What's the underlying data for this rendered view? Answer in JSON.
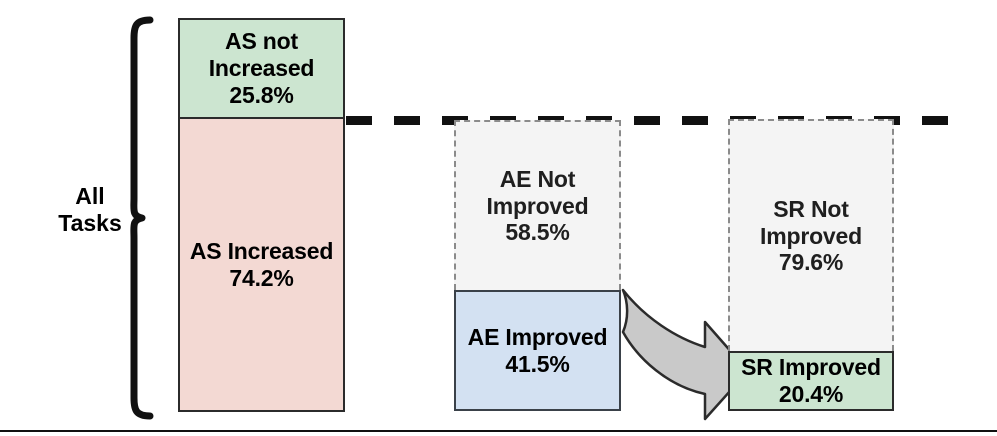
{
  "figure": {
    "type": "stacked-proportion-flow-diagram",
    "group_label_line1": "All",
    "group_label_line2": "Tasks",
    "baseline_reference_label": "dashed-reference-line"
  },
  "columns": [
    {
      "id": "all-tasks",
      "segments": [
        {
          "id": "as-not-increased",
          "label_line1": "AS not",
          "label_line2": "Increased",
          "percent": "25.8%",
          "value": 25.8,
          "color": "#cce5d0",
          "style": "solid"
        },
        {
          "id": "as-increased",
          "label_line1": "AS Increased",
          "label_line2": "",
          "percent": "74.2%",
          "value": 74.2,
          "color": "#f3d9d3",
          "style": "solid"
        }
      ]
    },
    {
      "id": "ae",
      "segments": [
        {
          "id": "ae-not-improved",
          "label_line1": "AE Not",
          "label_line2": "Improved",
          "percent": "58.5%",
          "value": 58.5,
          "color": "#f4f4f4",
          "style": "dashed"
        },
        {
          "id": "ae-improved",
          "label_line1": "AE Improved",
          "label_line2": "",
          "percent": "41.5%",
          "value": 41.5,
          "color": "#d3e1f2",
          "style": "solid"
        }
      ]
    },
    {
      "id": "sr",
      "segments": [
        {
          "id": "sr-not-improved",
          "label_line1": "SR Not",
          "label_line2": "Improved",
          "percent": "79.6%",
          "value": 79.6,
          "color": "#f4f4f4",
          "style": "dashed"
        },
        {
          "id": "sr-improved",
          "label_line1": "SR Improved",
          "label_line2": "",
          "percent": "20.4%",
          "value": 20.4,
          "color": "#cce5d0",
          "style": "solid"
        }
      ]
    }
  ],
  "arrow": {
    "name": "flow-arrow-ae-to-sr",
    "from": "ae-improved",
    "to": "sr-improved",
    "color": "#c9c9c9"
  },
  "colors": {
    "green": "#cce5d0",
    "pink": "#f3d9d3",
    "blue": "#d3e1f2",
    "gray_fill": "#f4f4f4",
    "dashed_border": "#8b8b8b",
    "solid_border": "#2b2b2b",
    "arrow_fill": "#c9c9c9",
    "text": "#000000"
  }
}
